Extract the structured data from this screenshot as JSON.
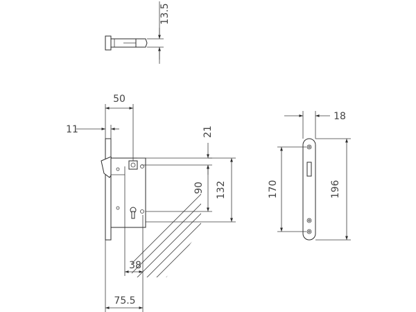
{
  "dimensions": {
    "bolt_height": "13.5",
    "backset": "50",
    "front_offset": "11",
    "top_offset": "21",
    "follower_to_cylinder": "90",
    "faceplate_inner": "132",
    "cylinder_offset": "38",
    "case_depth": "75.5",
    "faceplate_width": "18",
    "screw_spacing": "170",
    "faceplate_length": "196"
  }
}
